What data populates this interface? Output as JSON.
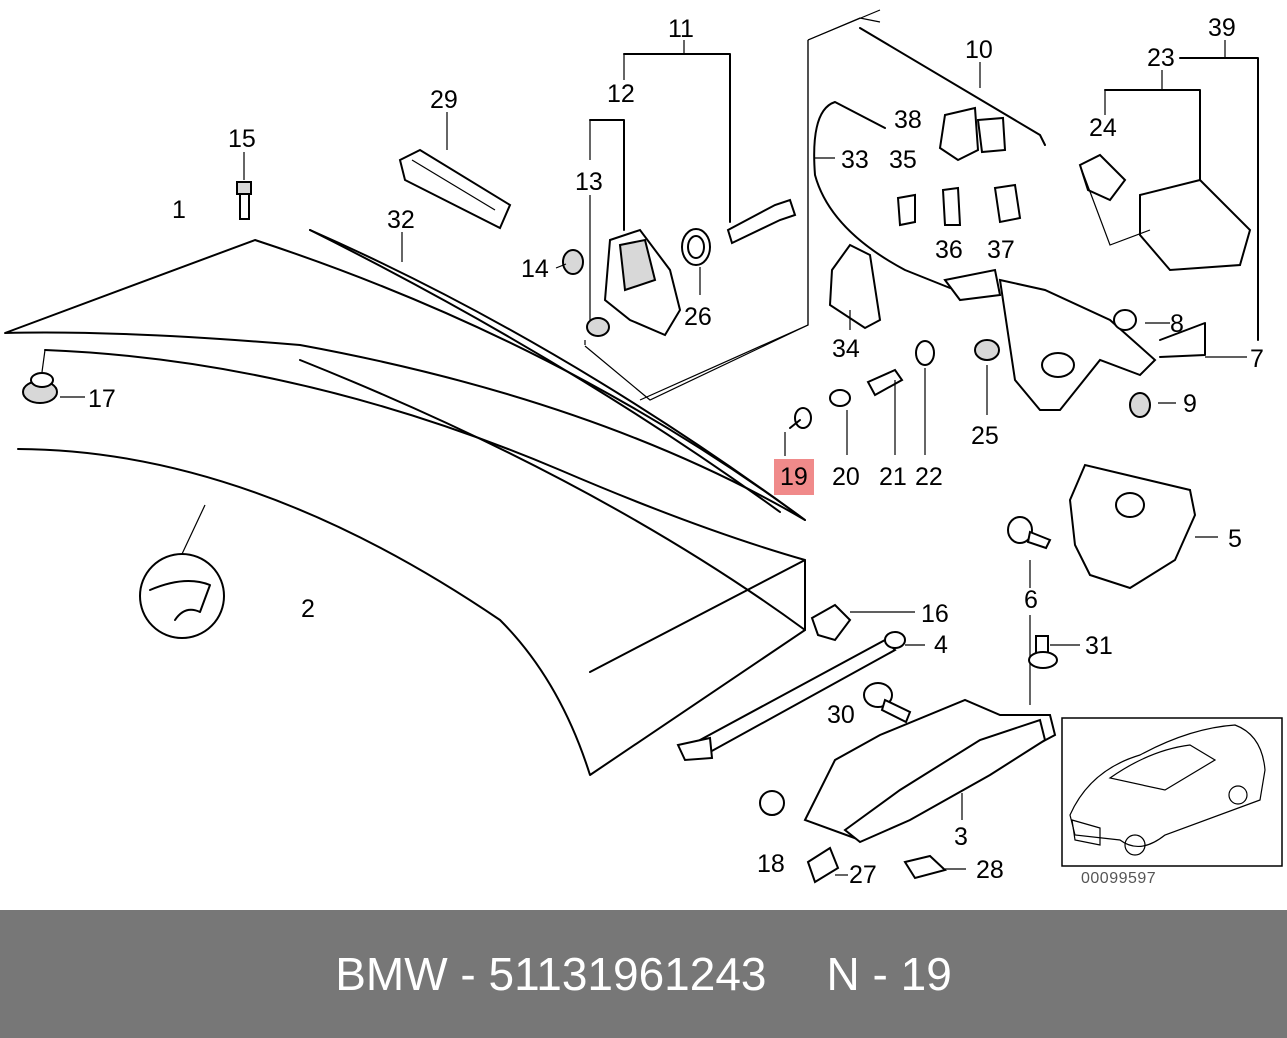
{
  "diagram": {
    "callouts": [
      "1",
      "2",
      "3",
      "4",
      "5",
      "6",
      "7",
      "8",
      "9",
      "10",
      "11",
      "12",
      "13",
      "14",
      "15",
      "16",
      "17",
      "18",
      "19",
      "20",
      "21",
      "22",
      "23",
      "24",
      "25",
      "26",
      "27",
      "28",
      "29",
      "30",
      "31",
      "32",
      "33",
      "34",
      "35",
      "36",
      "37",
      "38",
      "39"
    ],
    "highlighted": "19",
    "highlight_color": "#f08a8a",
    "reference_number": "00099597"
  },
  "footer": {
    "brand": "BMW",
    "dash": "-",
    "part_number": "51131961243",
    "position_label": "N - 19",
    "background": "#777777"
  }
}
